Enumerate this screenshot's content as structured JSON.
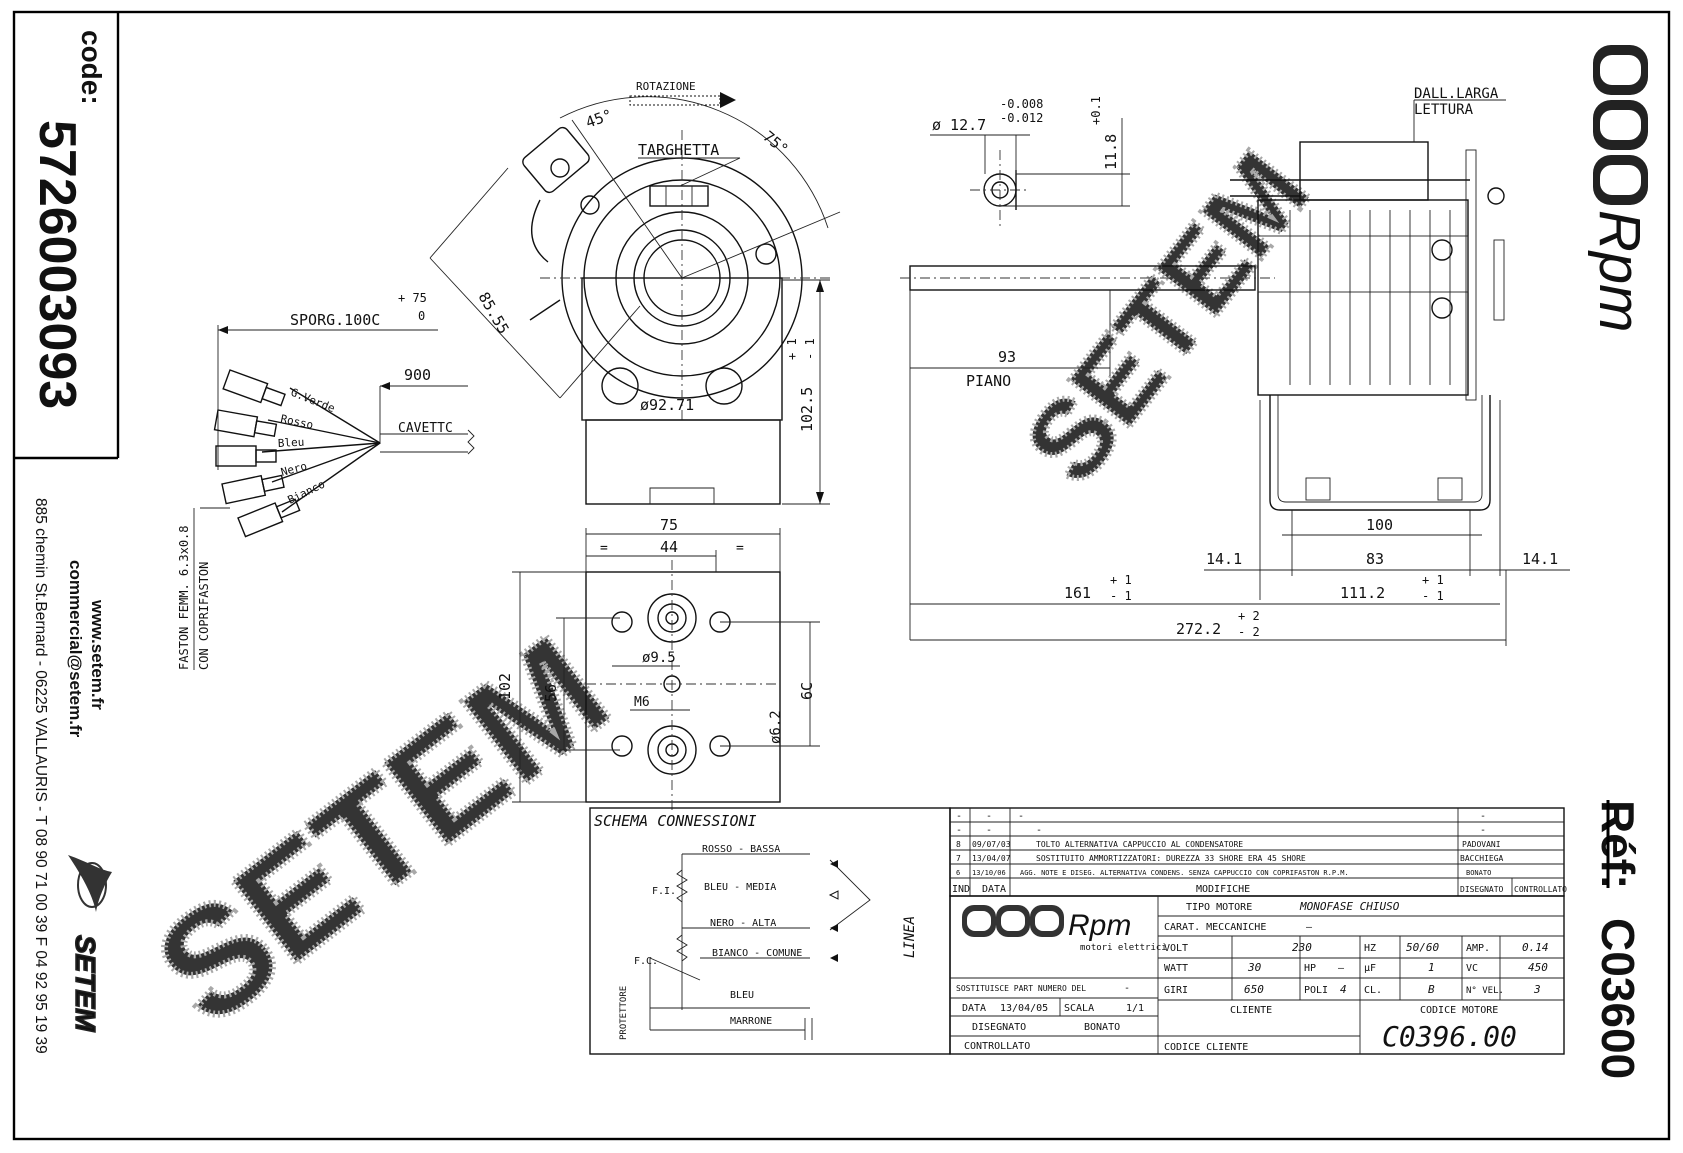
{
  "side_panel": {
    "code_label": "code:",
    "code_value": "5726003093",
    "website": "www.setem.fr",
    "email": "commercial@setem.fr",
    "address": "885 chemin St.Bernard - 06225 VALLAURIS - T 08 90 71 00 39 F 04 92 95 19 39",
    "brand": "SETEM",
    "ref_label": "Réf:",
    "ref_value": "C03600",
    "rpm_logo": "Rpm"
  },
  "watermark": "SETEM",
  "front_view": {
    "rotazione": "ROTAZIONE",
    "angle_45": "45°",
    "angle_75": "75°",
    "targhetta": "TARGHETTA",
    "dim_85_55": "85.55",
    "dim_92_71": "ø92.71",
    "dim_102_5": "102.5",
    "tol_p1": "+ 1",
    "tol_m1": "- 1"
  },
  "cable": {
    "sporg": "SPORG.100C",
    "sporg_tol_plus": "+ 75",
    "sporg_tol_zero": "0",
    "len_900": "900",
    "cavetto": "CAVETTC",
    "wires": [
      "G.Verde",
      "Rosso",
      "Bleu",
      "Nero",
      "Bianco"
    ],
    "faston_1": "FASTON FEMM. 6.3x0.8",
    "faston_2": "CON COPRIFASTON"
  },
  "shaft_detail": {
    "dia": "ø 12.7",
    "tol_a": "-0.008",
    "tol_b": "-0.012",
    "flat": "11.8",
    "flat_tol": "+0.1"
  },
  "side_view": {
    "dall_1": "DALL.LARGA",
    "dall_2": "LETTURA",
    "dim_93": "93",
    "piano": "PIANO",
    "dim_100": "100",
    "dim_14_1_l": "14.1",
    "dim_83": "83",
    "dim_14_1_r": "14.1",
    "dim_161": "161",
    "dim_111_2": "111.2",
    "dim_272_2": "272.2",
    "tol_p1": "+ 1",
    "tol_m1": "- 1",
    "tol_p2": "+ 2",
    "tol_m2": "- 2"
  },
  "base_view": {
    "dim_75": "75",
    "dim_44": "44",
    "dim_102": "102",
    "dim_56": "56",
    "dim_60": "6C",
    "dim_9_5": "ø9.5",
    "m6": "M6",
    "dim_6_2": "ø6.2",
    "eq": "="
  },
  "schema": {
    "title": "SCHEMA CONNESSIONI",
    "rosso": "ROSSO - BASSA",
    "bleu_media": "BLEU - MEDIA",
    "nero": "NERO - ALTA",
    "bianco": "BIANCO - COMUNE",
    "bleu": "BLEU",
    "marrone": "MARRONE",
    "fi": "F.I.",
    "fc": "F.C.",
    "protettore": "PROTETTORE",
    "linea": "LINEA"
  },
  "modifications": [
    {
      "ind": "-",
      "data": "-",
      "desc": "-",
      "by": "-"
    },
    {
      "ind": "-",
      "data": "-",
      "desc": "-",
      "by": "-"
    },
    {
      "ind": "8",
      "data": "09/07/03",
      "desc": "TOLTO ALTERNATIVA CAPPUCCIO AL CONDENSATORE",
      "by": "PADOVANI"
    },
    {
      "ind": "7",
      "data": "13/04/07",
      "desc": "SOSTITUITO AMMORTIZZATORI: DUREZZA 33 SHORE ERA 45 SHORE",
      "by": "BACCHIEGA"
    },
    {
      "ind": "6",
      "data": "13/10/06",
      "desc": "AGG. NOTE E DISEG. ALTERNATIVA CONDENS. SENZA CAPPUCCIO CON COPRIFASTON R.P.M.",
      "by": "BONATO"
    }
  ],
  "mod_header": {
    "ind": "IND",
    "data": "DATA",
    "modifiche": "MODIFICHE",
    "disegnato": "DISEGNATO",
    "controllato": "CONTROLLATO"
  },
  "title_block": {
    "logo": "Rpm",
    "logo_sub": "motori elettrici",
    "tipo_motore_label": "TIPO MOTORE",
    "tipo_motore": "MONOFASE CHIUSO",
    "carat_label": "CARAT. MECCANICHE",
    "carat": "—",
    "volt_label": "VOLT",
    "volt": "230",
    "hz_label": "HZ",
    "hz": "50/60",
    "amp_label": "AMP.",
    "amp": "0.14",
    "watt_label": "WATT",
    "watt": "30",
    "hp_label": "HP",
    "hp": "—",
    "uf_label": "µF",
    "uf": "1",
    "vc_label": "VC",
    "vc": "450",
    "giri_label": "GIRI",
    "giri": "650",
    "poli_label": "POLI",
    "poli": "4",
    "cl_label": "CL.",
    "cl": "B",
    "vel_label": "N° VEL.",
    "vel": "3",
    "sostituisce": "SOSTITUISCE PART NUMERO DEL",
    "sost_val": "-",
    "data_label": "DATA",
    "data": "13/04/05",
    "scala_label": "SCALA",
    "scala": "1/1",
    "disegnato_label": "DISEGNATO",
    "disegnato": "BONATO",
    "controllato_label": "CONTROLLATO",
    "cliente_label": "CLIENTE",
    "codice_cliente_label": "CODICE CLIENTE",
    "codice_motore_label": "CODICE MOTORE",
    "codice_motore": "C0396.00"
  }
}
